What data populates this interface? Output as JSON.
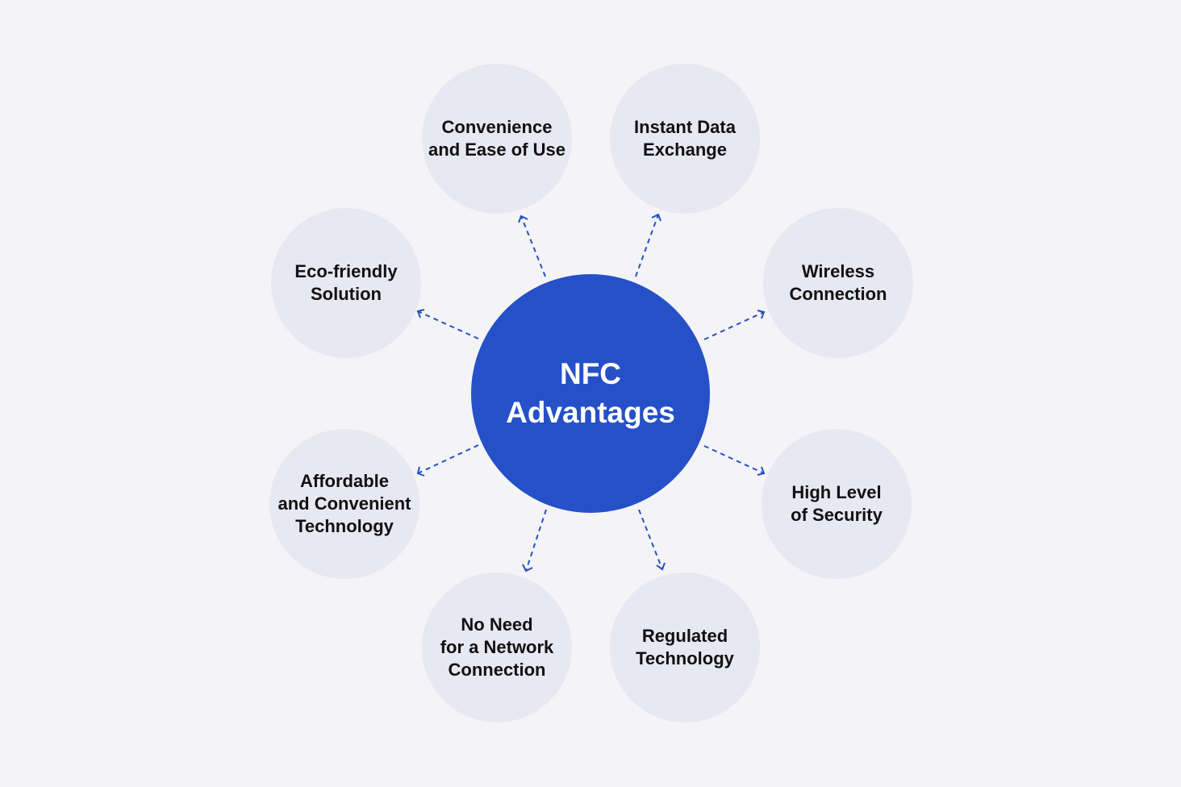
{
  "diagram": {
    "center": {
      "label": "NFC\nAdvantages"
    },
    "advantages": [
      {
        "id": "convenience",
        "label": "Convenience\nand Ease of Use"
      },
      {
        "id": "instant-data",
        "label": "Instant Data\nExchange"
      },
      {
        "id": "wireless",
        "label": "Wireless\nConnection"
      },
      {
        "id": "security",
        "label": "High Level\nof Security"
      },
      {
        "id": "regulated",
        "label": "Regulated\nTechnology"
      },
      {
        "id": "no-network",
        "label": "No Need\nfor a Network\nConnection"
      },
      {
        "id": "affordable",
        "label": "Affordable\nand Convenient\nTechnology"
      },
      {
        "id": "eco-friendly",
        "label": "Eco-friendly\nSolution"
      }
    ]
  },
  "colors": {
    "background": "#f4f4f6",
    "center_fill": "#2650c8",
    "node_fill": "#e7e8f2",
    "arrow": "#2650c8",
    "node_text": "#111111",
    "center_text": "#ffffff"
  }
}
